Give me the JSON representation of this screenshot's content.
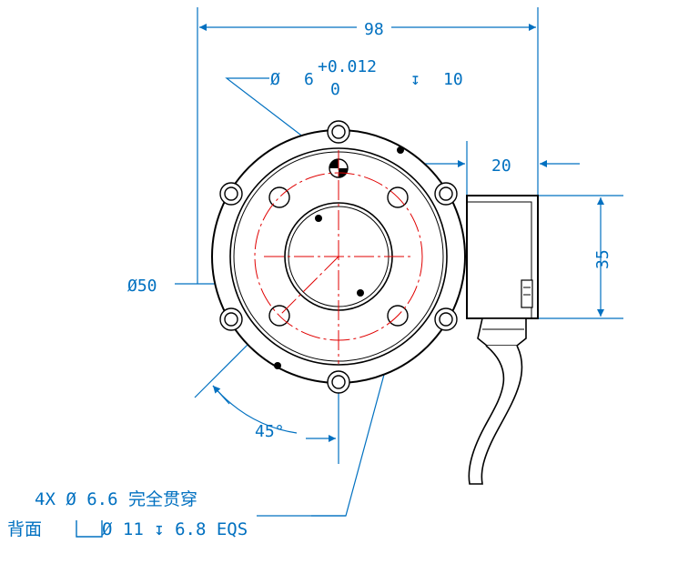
{
  "colors": {
    "dimension": "#0070c0",
    "centerline": "#e00000",
    "outline": "#000000"
  },
  "dimensions": {
    "overall_width": "98",
    "hole_symbol": "Ø",
    "hole_diameter": "6",
    "tol_upper": "+0.012",
    "tol_lower": "0",
    "depth_symbol": "↧",
    "hole_depth": "10",
    "side_offset": "20",
    "side_height": "35",
    "bolt_circle": "Ø50",
    "angle": "45°"
  },
  "notes": {
    "line1": "4X  Ø  6.6 完全贯穿",
    "line2_prefix": "背面",
    "line2_rest": " Ø  11  ↧  6.8 EQS"
  }
}
